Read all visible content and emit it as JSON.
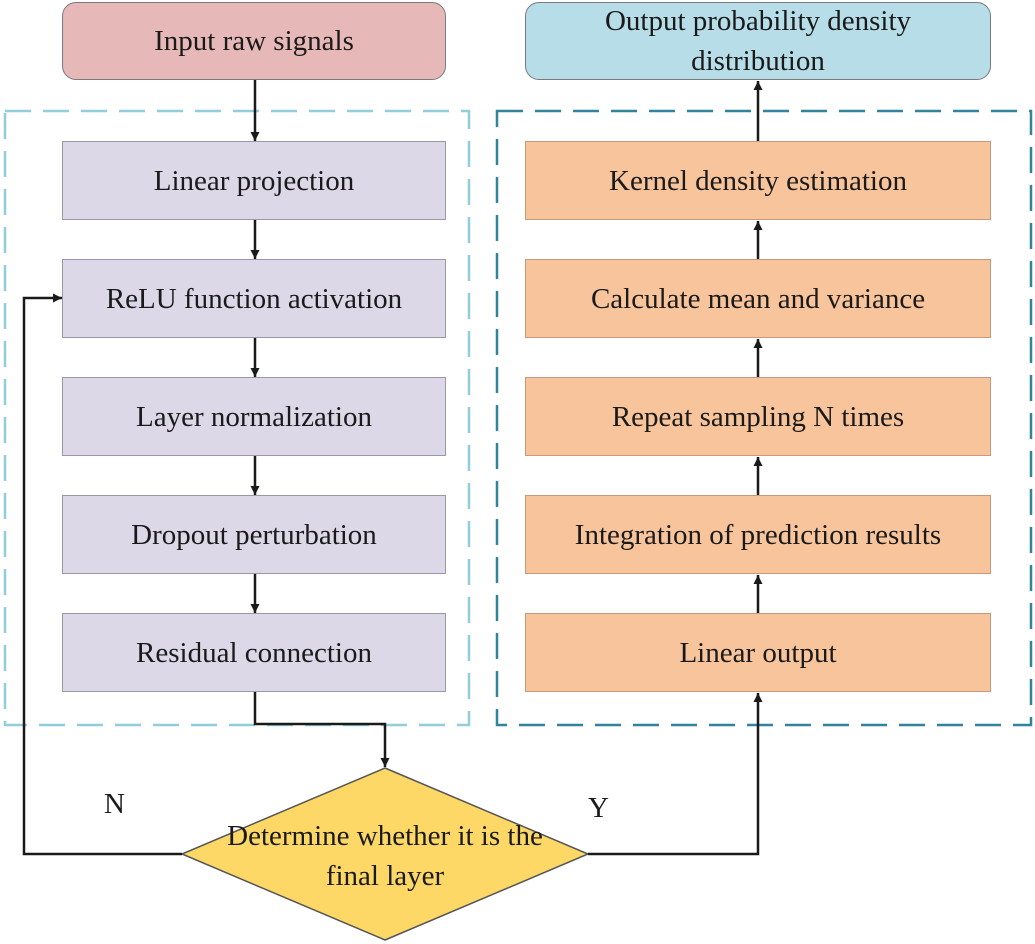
{
  "diagram": {
    "start": {
      "label": "Input raw signals",
      "fill": "#e6b8b7"
    },
    "end": {
      "label": "Output probability density distribution",
      "fill": "#b7dde8"
    },
    "left_steps": [
      {
        "label": "Linear projection"
      },
      {
        "label": "ReLU function activation"
      },
      {
        "label": "Layer normalization"
      },
      {
        "label": "Dropout perturbation"
      },
      {
        "label": "Residual connection"
      }
    ],
    "right_steps": [
      {
        "label": "Kernel density estimation"
      },
      {
        "label": "Calculate mean and variance"
      },
      {
        "label": "Repeat sampling N times"
      },
      {
        "label": "Integration of prediction results"
      },
      {
        "label": "Linear output"
      }
    ],
    "decision": {
      "label": "Determine whether it is the final layer",
      "fill": "#fdd866"
    },
    "branch_no": "N",
    "branch_yes": "Y",
    "colors": {
      "left_step_fill": "#dcd8e8",
      "right_step_fill": "#f8c49b",
      "left_group_border": "#92cddc",
      "right_group_border": "#31849b"
    }
  }
}
